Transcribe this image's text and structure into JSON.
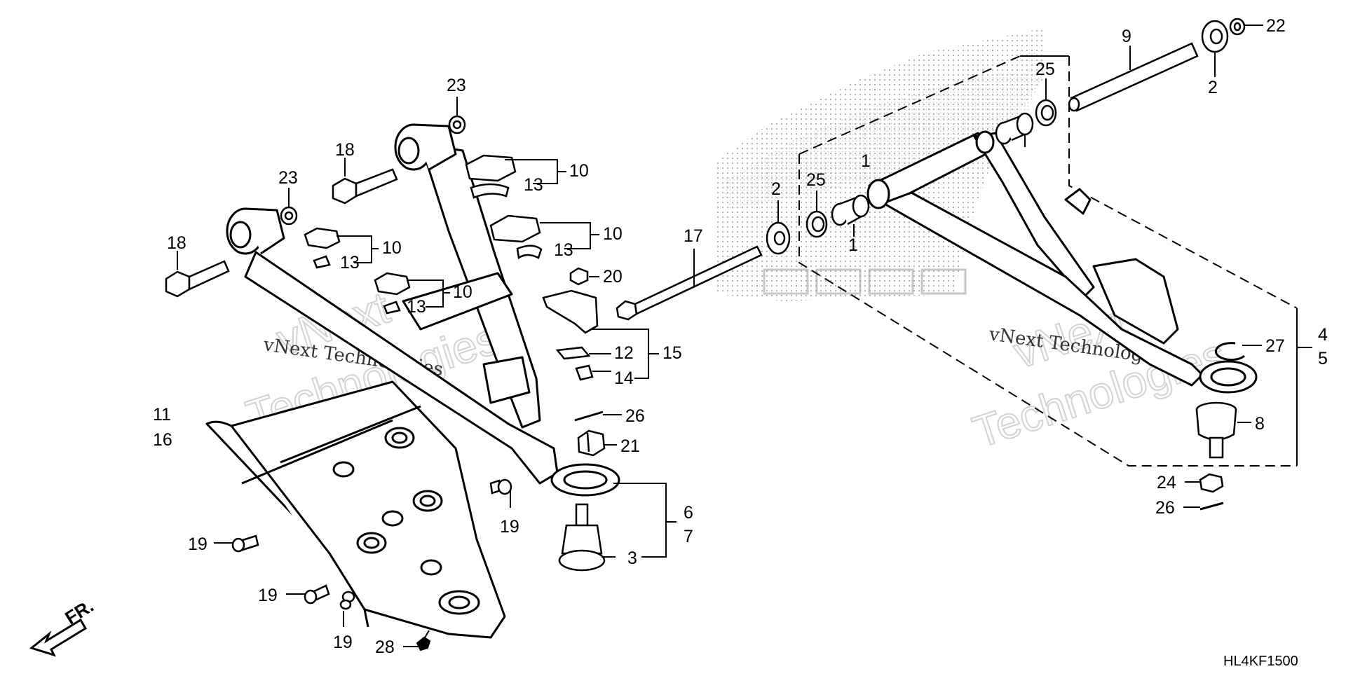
{
  "diagram": {
    "code": "HL4KF1500",
    "front_label": "FR.",
    "watermark": {
      "line1": "vNext",
      "line2": "Technologies",
      "caption": "vNext Technologies"
    },
    "callouts": {
      "c1a": "1",
      "c1b": "1",
      "c2a": "2",
      "c2b": "2",
      "c3": "3",
      "c4": "4",
      "c5": "5",
      "c6": "6",
      "c7": "7",
      "c8": "8",
      "c9": "9",
      "c10a": "10",
      "c10b": "10",
      "c10c": "10",
      "c10d": "10",
      "c11": "11",
      "c12": "12",
      "c13a": "13",
      "c13b": "13",
      "c13c": "13",
      "c13d": "13",
      "c14": "14",
      "c15": "15",
      "c16": "16",
      "c17": "17",
      "c18a": "18",
      "c18b": "18",
      "c19a": "19",
      "c19b": "19",
      "c19c": "19",
      "c19d": "19",
      "c20": "20",
      "c21": "21",
      "c22": "22",
      "c23a": "23",
      "c23b": "23",
      "c24": "24",
      "c25a": "25",
      "c25b": "25",
      "c26a": "26",
      "c26b": "26",
      "c27": "27",
      "c28": "28"
    }
  }
}
